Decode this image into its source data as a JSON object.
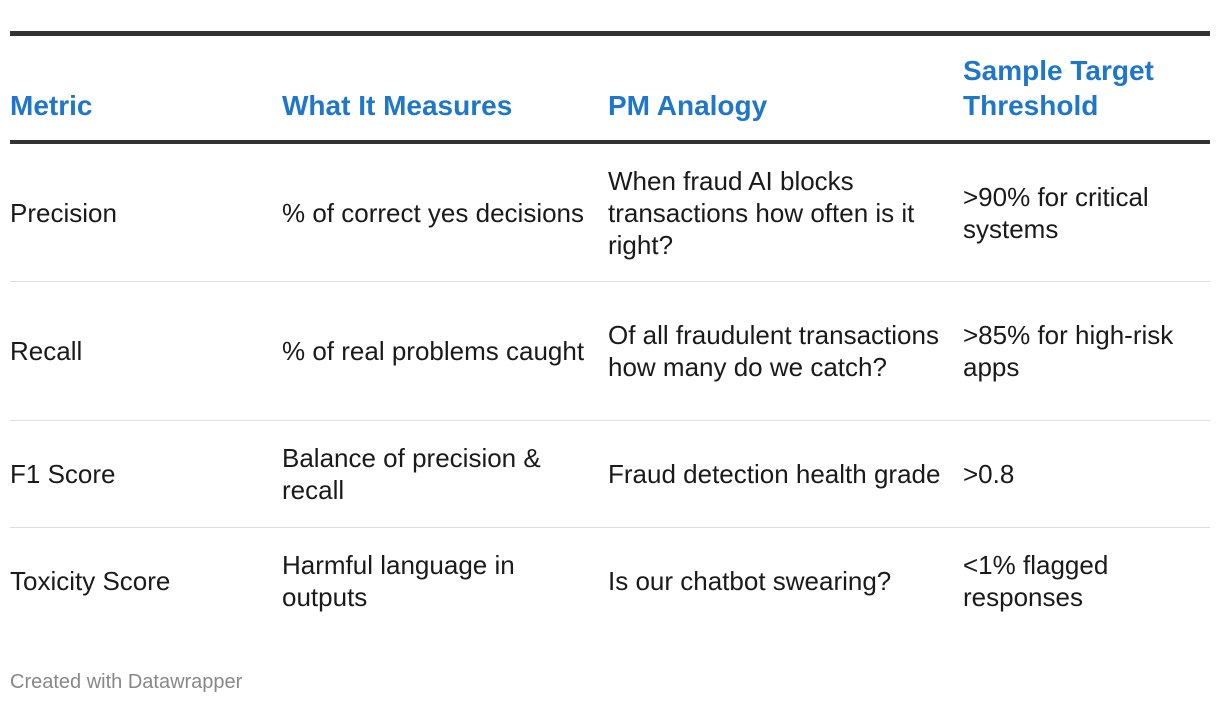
{
  "chart_data": {
    "type": "table",
    "columns": [
      "Metric",
      "What It Measures",
      "PM Analogy",
      "Sample Target Threshold"
    ],
    "rows": [
      [
        "Precision",
        "% of correct yes decisions",
        "When fraud AI blocks transactions how often is it right?",
        ">90% for critical systems"
      ],
      [
        "Recall",
        "% of real problems caught",
        "Of all fraudulent transactions how many do we catch?",
        ">85% for high-risk apps"
      ],
      [
        "F1 Score",
        "Balance of precision & recall",
        "Fraud detection health grade",
        ">0.8"
      ],
      [
        "Toxicity Score",
        "Harmful language in outputs",
        "Is our chatbot swearing?",
        "<1% flagged responses"
      ]
    ],
    "header_color": "#1f77c9",
    "rule_color": "#333333"
  },
  "footer": {
    "credit": "Created with Datawrapper"
  }
}
